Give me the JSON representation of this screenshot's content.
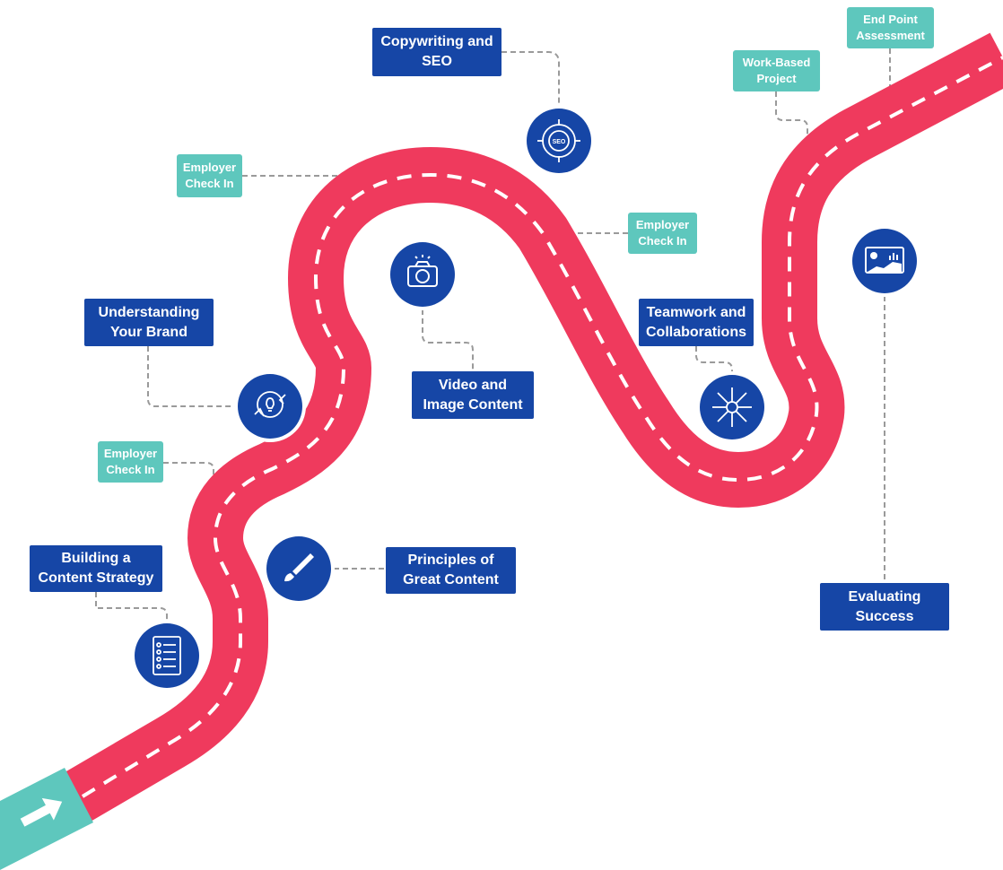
{
  "colors": {
    "road": "#ef3a5d",
    "road_dash": "#ffffff",
    "start_block": "#5ec7bd",
    "milestone_box": "#1646a6",
    "checkpoint_box": "#5ec7bd",
    "icon_circle": "#1646a6",
    "connector": "#9a9a9a"
  },
  "modules": {
    "building_strategy": {
      "line1": "Building a",
      "line2": "Content Strategy",
      "icon": "checklist-icon"
    },
    "great_content": {
      "line1": "Principles of",
      "line2": "Great Content",
      "icon": "paintbrush-icon"
    },
    "understanding_brand": {
      "line1": "Understanding",
      "line2": "Your Brand",
      "icon": "brand-idea-icon"
    },
    "video_image": {
      "line1": "Video and",
      "line2": "Image Content",
      "icon": "camera-icon"
    },
    "copywriting_seo": {
      "line1": "Copywriting and",
      "line2": "SEO",
      "icon": "seo-target-icon",
      "icon_text": "SEO"
    },
    "teamwork": {
      "line1": "Teamwork and",
      "line2": "Collaborations",
      "icon": "team-hands-icon"
    },
    "evaluating_success": {
      "line1": "Evaluating",
      "line2": "Success",
      "icon": "analytics-dashboard-icon"
    }
  },
  "checkpoints": {
    "employer_check_1": {
      "line1": "Employer",
      "line2": "Check In"
    },
    "employer_check_2": {
      "line1": "Employer",
      "line2": "Check In"
    },
    "employer_check_3": {
      "line1": "Employer",
      "line2": "Check In"
    },
    "work_based_project": {
      "line1": "Work-Based",
      "line2": "Project"
    },
    "end_point_assessment": {
      "line1": "End Point",
      "line2": "Assessment"
    }
  },
  "start": {
    "icon": "arrow-right-icon"
  }
}
